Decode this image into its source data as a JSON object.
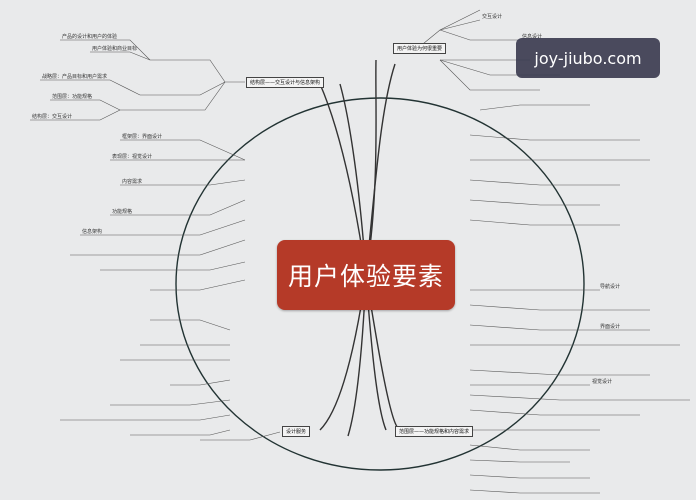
{
  "central": "用户体验要素",
  "watermark": "joy-jiubo.com",
  "branches": {
    "b1": "结构层——交互设计与信息架构",
    "b2": "用户体验为何很重要",
    "b3": "范围层——功能规格和内容需求",
    "b4": "设计服务"
  },
  "small_notes": [
    "产品的设计和用户的体验",
    "用户体验和商业目标",
    "战略层：产品目标和用户需求",
    "范围层：功能规格",
    "结构层：交互设计",
    "框架层：界面设计",
    "表现层：视觉设计",
    "内容需求",
    "功能规格",
    "信息架构",
    "交互设计",
    "信息设计",
    "导航设计",
    "界面设计",
    "视觉设计"
  ]
}
